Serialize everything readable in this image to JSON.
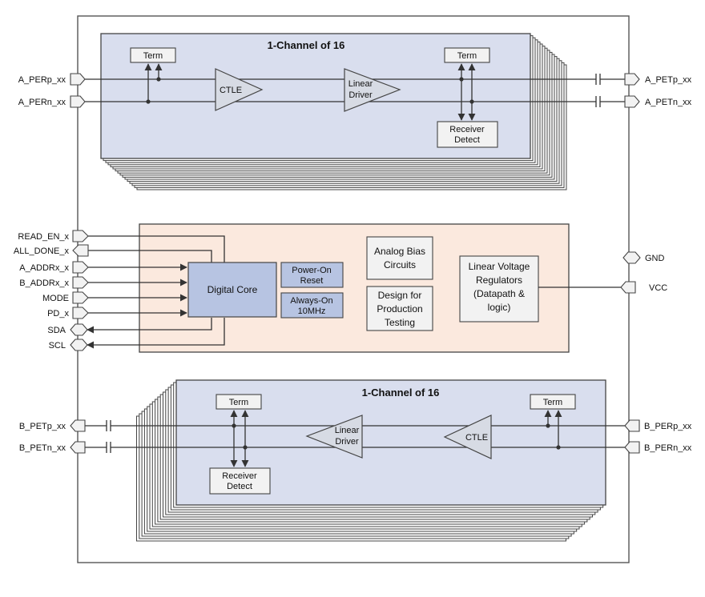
{
  "channel_top": {
    "title": "1-Channel of 16",
    "term_left": "Term",
    "term_right": "Term",
    "ctle": "CTLE",
    "driver_line1": "Linear",
    "driver_line2": "Driver",
    "rx_line1": "Receiver",
    "rx_line2": "Detect"
  },
  "channel_bottom": {
    "title": "1-Channel of 16",
    "term_left": "Term",
    "term_right": "Term",
    "ctle": "CTLE",
    "driver_line1": "Linear",
    "driver_line2": "Driver",
    "rx_line1": "Receiver",
    "rx_line2": "Detect"
  },
  "core": {
    "digital_core": "Digital Core",
    "power_on_line1": "Power-On",
    "power_on_line2": "Reset",
    "always_on_line1": "Always-On",
    "always_on_line2": "10MHz",
    "bias_line1": "Analog Bias",
    "bias_line2": "Circuits",
    "dft_line1": "Design for",
    "dft_line2": "Production",
    "dft_line3": "Testing",
    "ldo_line1": "Linear Voltage",
    "ldo_line2": "Regulators",
    "ldo_line3": "(Datapath &",
    "ldo_line4": "logic)"
  },
  "pins": {
    "a_perp": "A_PERp_xx",
    "a_pern": "A_PERn_xx",
    "a_petp": "A_PETp_xx",
    "a_petn": "A_PETn_xx",
    "b_petp": "B_PETp_xx",
    "b_petn": "B_PETn_xx",
    "b_perp": "B_PERp_xx",
    "b_pern": "B_PERn_xx",
    "read_en": "READ_EN_x",
    "all_done": "ALL_DONE_x",
    "a_addr": "A_ADDRx_x",
    "b_addr": "B_ADDRx_x",
    "mode": "MODE",
    "pd": "PD_x",
    "sda": "SDA",
    "scl": "SCL",
    "gnd": "GND",
    "vcc": "VCC"
  },
  "colors": {
    "channel_fill": "#d9deee",
    "core_fill": "#fbe9de",
    "digital_fill": "#b7c4e2",
    "box_fill": "#f2f2f2"
  }
}
